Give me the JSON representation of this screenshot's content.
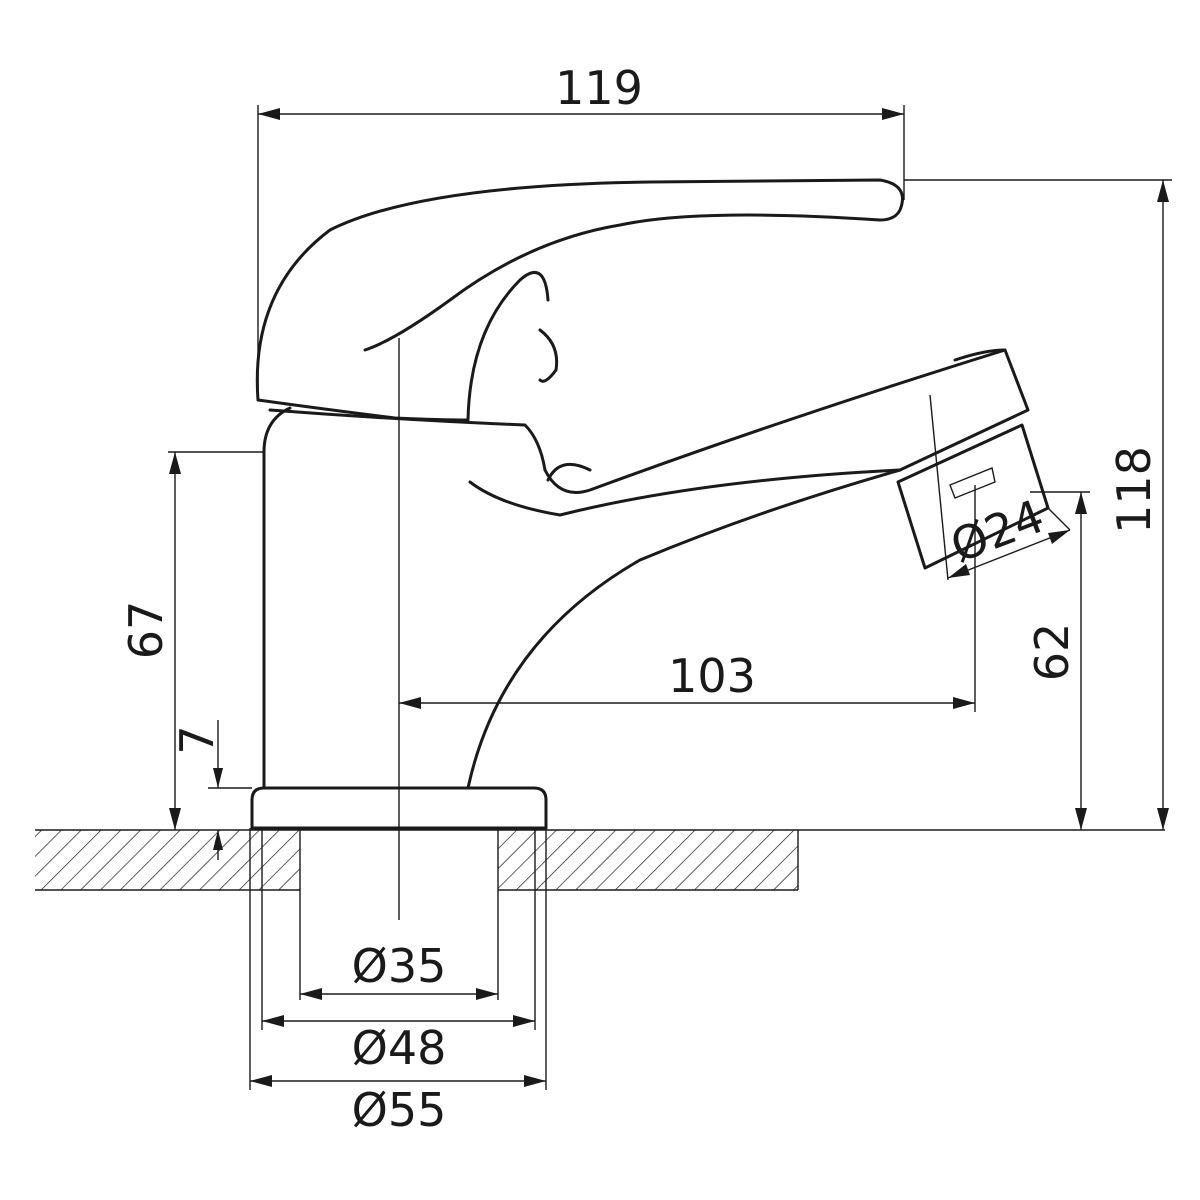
{
  "drawing": {
    "dimensions": {
      "overall_width": "119",
      "overall_height": "118",
      "body_height": "67",
      "base_height": "7",
      "spout_reach": "103",
      "spout_height": "62",
      "aerator_diameter": "Ø24",
      "hole_diameter": "Ø35",
      "base_inner_diameter": "Ø48",
      "base_outer_diameter": "Ø55"
    }
  }
}
